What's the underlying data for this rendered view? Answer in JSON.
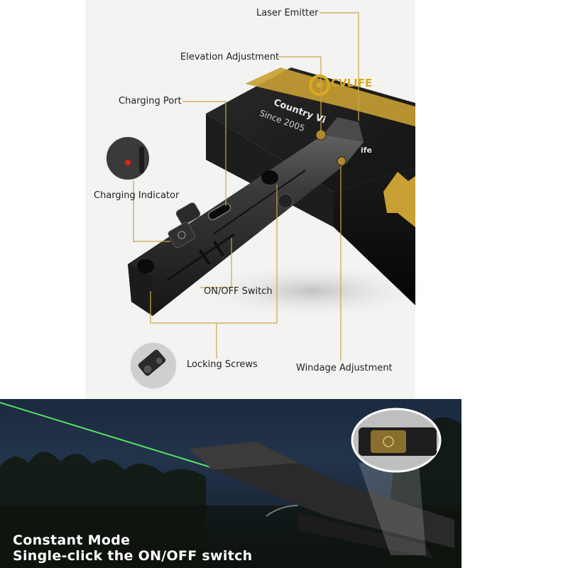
{
  "labels": {
    "laser_emitter": "Laser Emitter",
    "elevation_adjustment": "Elevation Adjustment",
    "charging_port": "Charging Port",
    "charging_indicator": "Charging Indicator",
    "on_off_switch": "ON/OFF Switch",
    "locking_screws": "Locking Screws",
    "windage_adjustment": "Windage Adjustment"
  },
  "box": {
    "brand": "CVLIFE",
    "tagline": "Country Vi",
    "since": "Since 2005",
    "suffix": "ife"
  },
  "bottom_caption": {
    "line1": "Constant Mode",
    "line2": "Single-click the ON/OFF switch"
  },
  "colors": {
    "leader_line": "#c9a54a",
    "brand_gold": "#d9a91f",
    "laser_green": "#36d14a",
    "indicator_red": "#e0201c"
  }
}
